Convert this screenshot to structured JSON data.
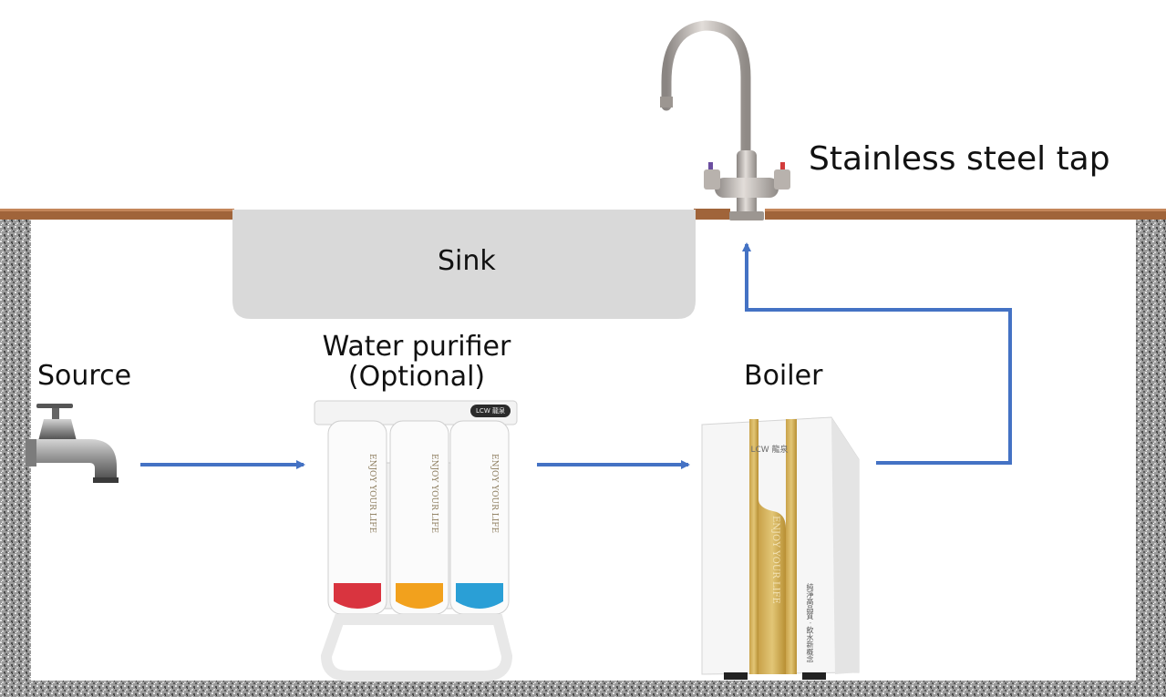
{
  "labels": {
    "tap": "Stainless steel tap",
    "sink": "Sink",
    "source": "Source",
    "purifier_line1": "Water purifier",
    "purifier_line2": "(Optional)",
    "boiler": "Boiler"
  },
  "purifier": {
    "brand": "LCW 龍泉",
    "cartridge_text": "ENJOY YOUR LIFE",
    "cartridge_colors": [
      "#d9343f",
      "#f2a11d",
      "#2a9fd6"
    ]
  },
  "boiler": {
    "brand": "LCW 龍泉",
    "panel_text": "ENJOY YOUR LIFE",
    "side_text": "純淨高品質 · 飲水新概念"
  },
  "colors": {
    "arrow": "#4472c4",
    "counter": "#a0643a",
    "sink": "#d9d9d9"
  }
}
